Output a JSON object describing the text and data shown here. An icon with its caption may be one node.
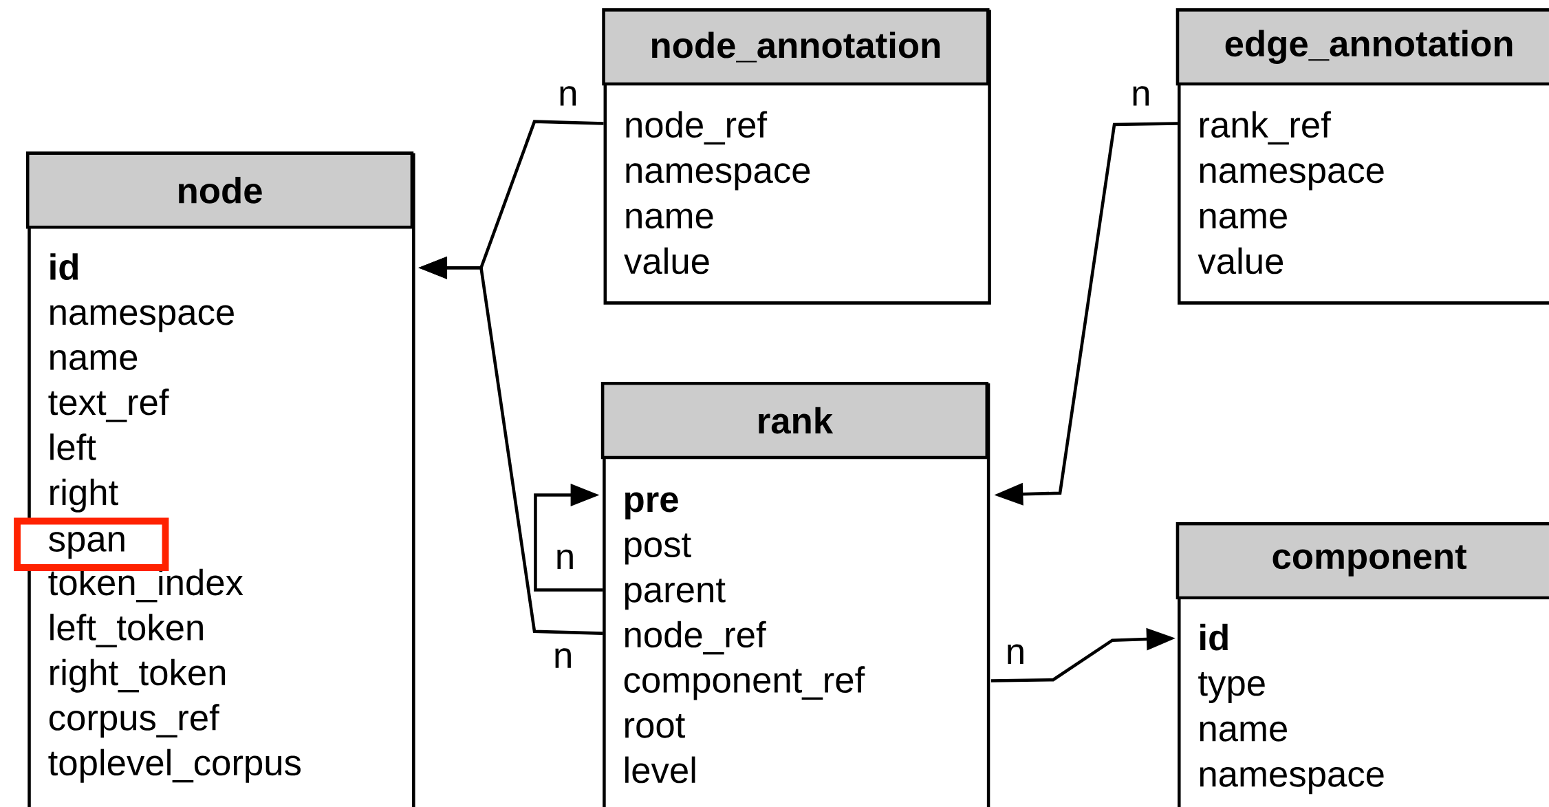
{
  "diagram": {
    "nodes": [
      {
        "text": [
          "node",
          "id",
          "namespace",
          "name",
          "text_ref",
          "left",
          "right",
          "token_index",
          "left_token",
          "right_token",
          "corpus_ref",
          "toplevel_corpus"
        ]
      },
      {
        "text": [
          "span"
        ],
        "in": 0
      },
      {
        "text": [
          "node_annotation",
          "node_ref",
          "namespace",
          "name",
          "value"
        ]
      },
      {
        "text": [
          "edge_annotation",
          "rank_ref",
          "namespace",
          "name",
          "value"
        ]
      },
      {
        "text": [
          "rank",
          "pre",
          "post",
          "parent",
          "node_ref",
          "component_ref",
          "root",
          "level"
        ]
      },
      {
        "text": [
          "component",
          "id",
          "type",
          "name",
          "namespace"
        ]
      }
    ],
    "edges": [
      {
        "from": 2,
        "to": 0,
        "arrow": "to",
        "label": "n"
      },
      {
        "from": 4,
        "to": 0,
        "arrow": "to",
        "label": "n"
      },
      {
        "from": 4,
        "to": 4,
        "arrow": "to",
        "label": "n"
      },
      {
        "from": 3,
        "to": 4,
        "arrow": "to",
        "label": "n"
      },
      {
        "from": 4,
        "to": 5,
        "arrow": "to",
        "label": "n"
      }
    ]
  }
}
